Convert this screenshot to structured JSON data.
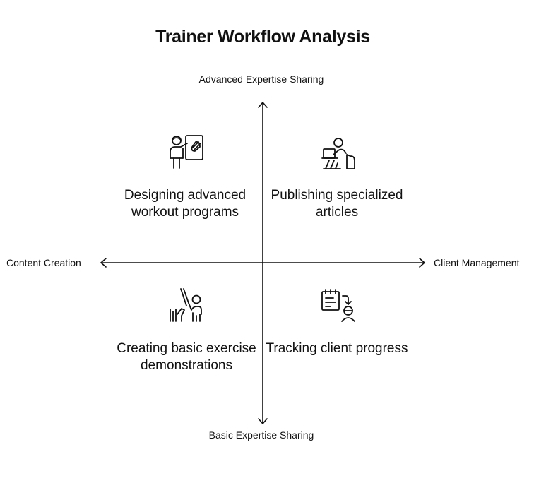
{
  "title": "Trainer Workflow Analysis",
  "axes": {
    "top": "Advanced Expertise Sharing",
    "bottom": "Basic Expertise Sharing",
    "left": "Content Creation",
    "right": "Client Management"
  },
  "quadrants": {
    "top_left": {
      "label": "Designing advanced workout programs",
      "icon": "trainer-whiteboard-icon"
    },
    "top_right": {
      "label": "Publishing specialized articles",
      "icon": "person-laptop-icon"
    },
    "bottom_left": {
      "label": "Creating basic exercise demonstrations",
      "icon": "exercise-demo-icon"
    },
    "bottom_right": {
      "label": "Tracking client progress",
      "icon": "progress-clipboard-icon"
    }
  },
  "colors": {
    "ink": "#111111",
    "background": "#ffffff"
  }
}
